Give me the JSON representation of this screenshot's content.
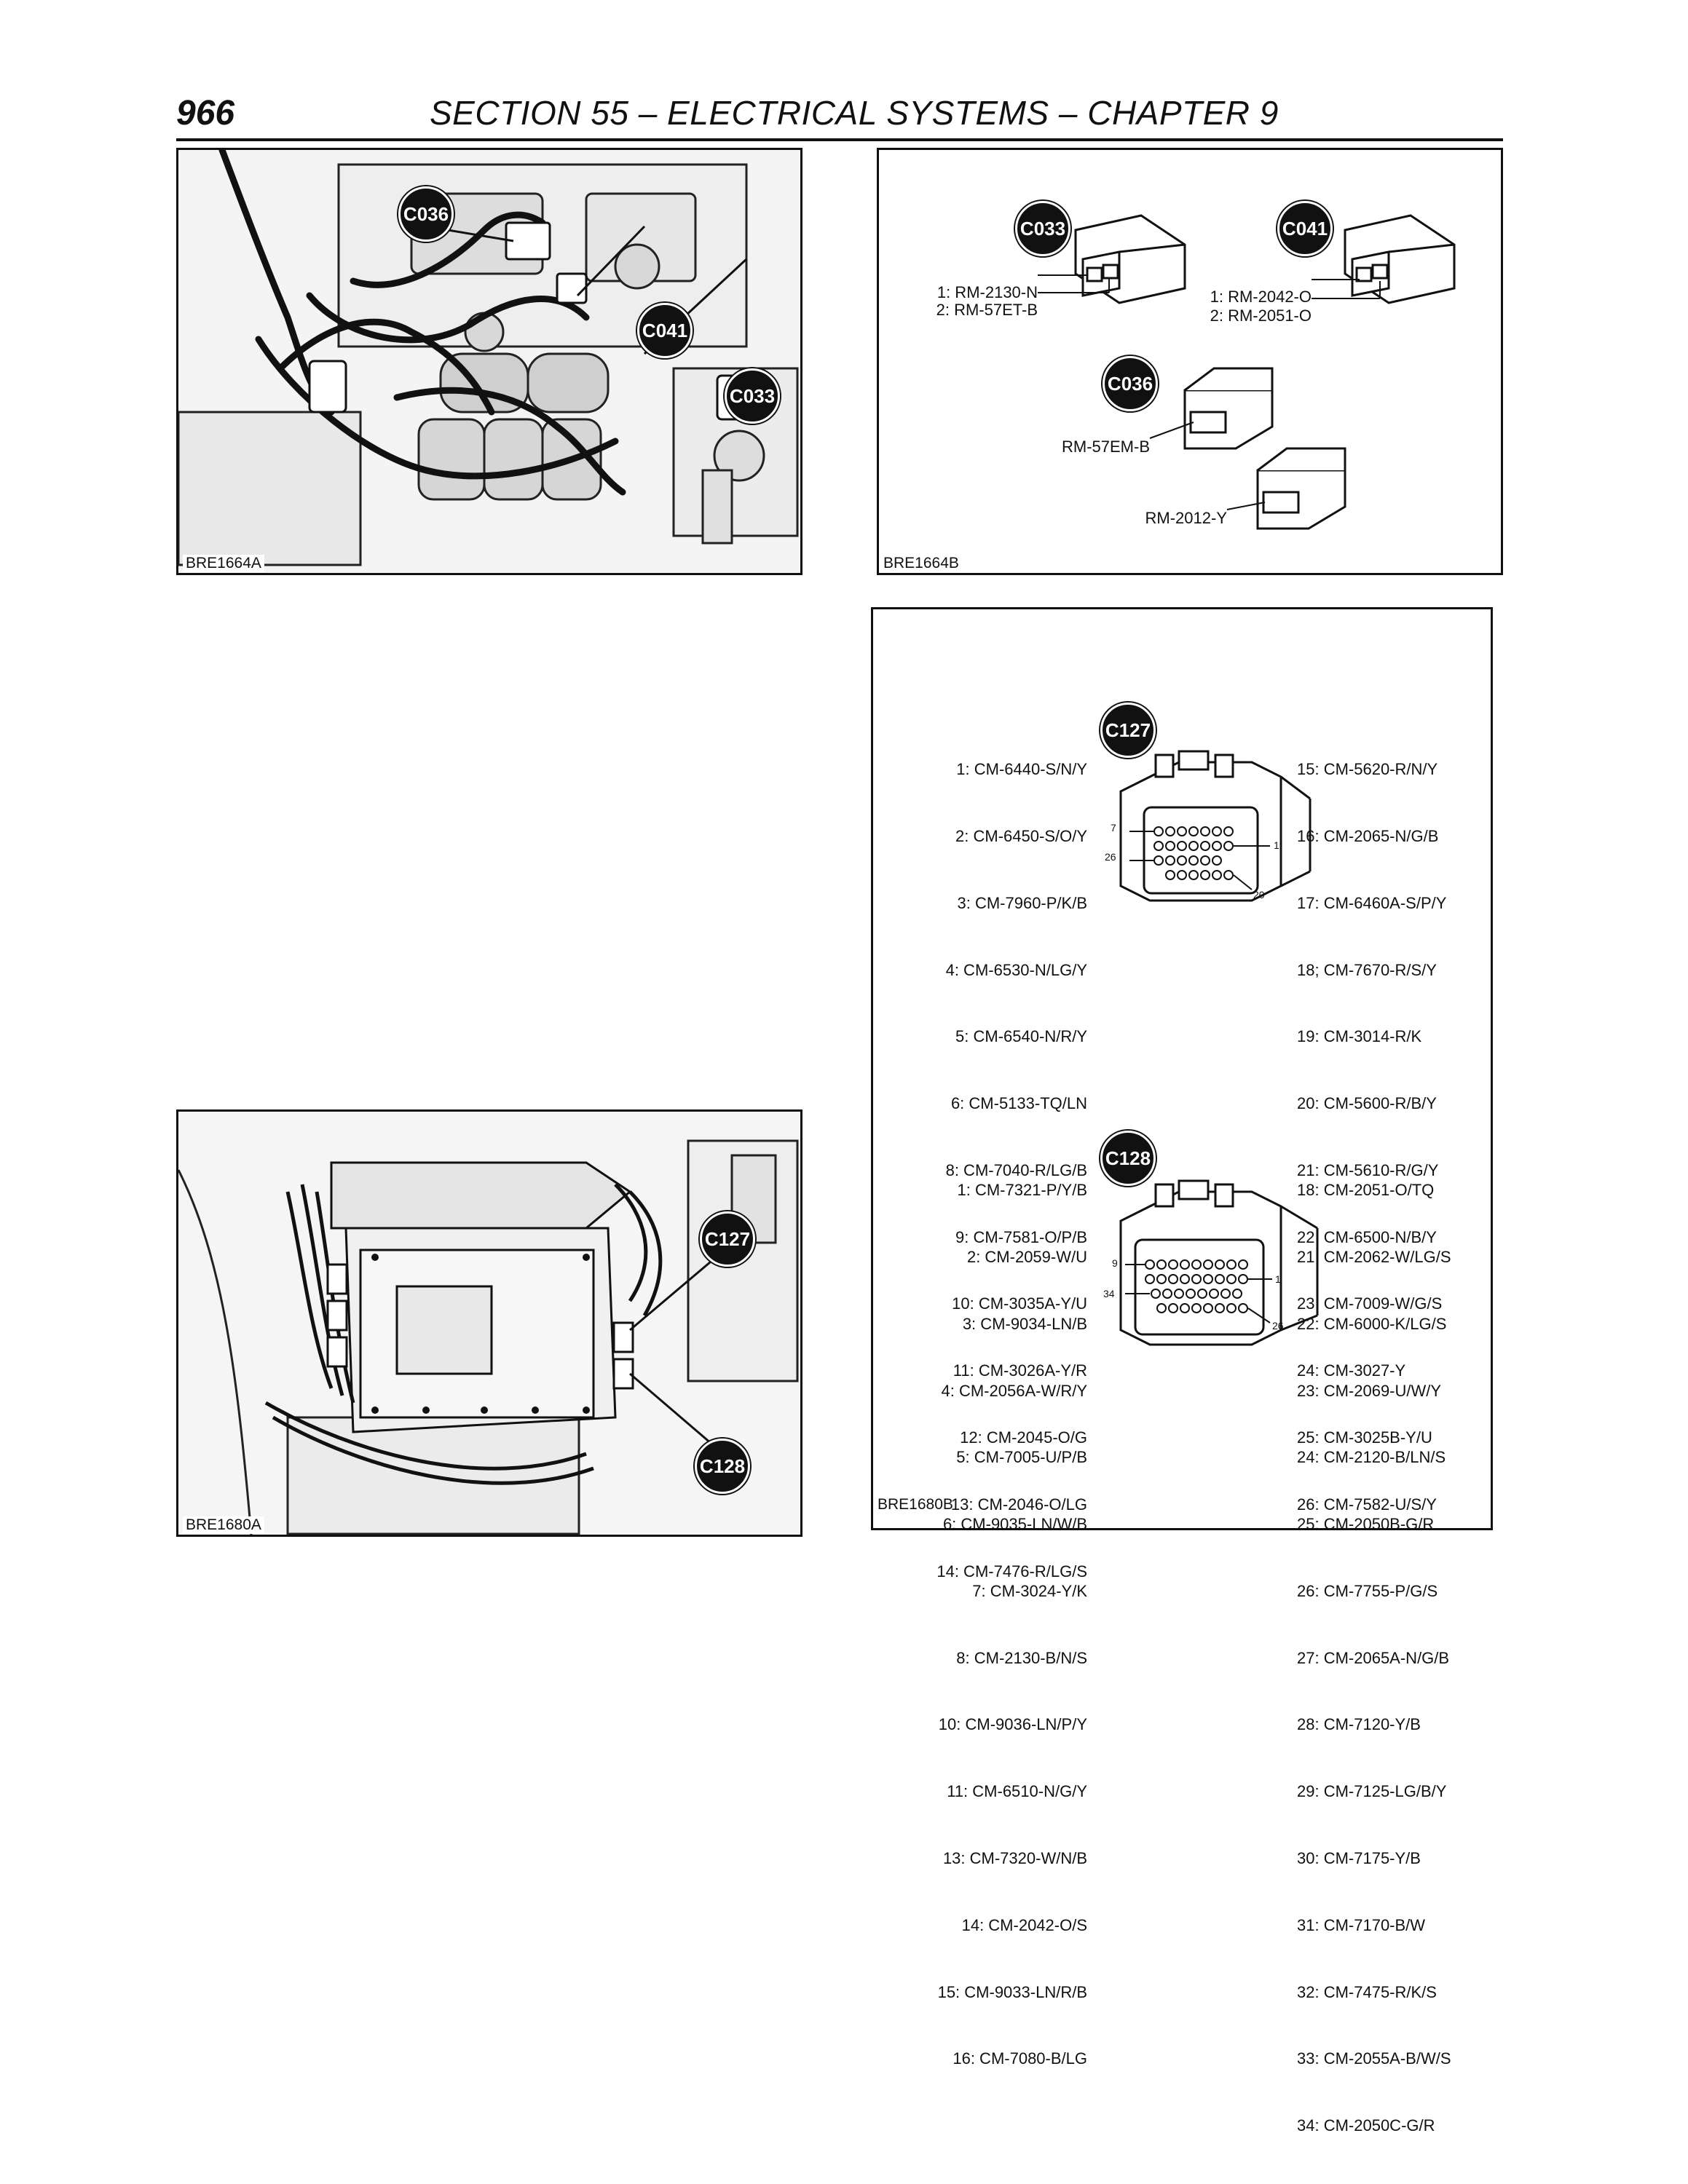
{
  "header": {
    "page_number": "966",
    "title": "SECTION 55 – ELECTRICAL SYSTEMS – CHAPTER 9"
  },
  "fig_1664a": {
    "code": "BRE1664A",
    "callouts": [
      "C036",
      "C041",
      "C033"
    ]
  },
  "fig_1664b": {
    "code": "BRE1664B",
    "c033": {
      "id": "C033",
      "pins": [
        "1: RM-2130-N",
        "2: RM-57ET-B"
      ]
    },
    "c041": {
      "id": "C041",
      "pins": [
        "1: RM-2042-O",
        "2: RM-2051-O"
      ]
    },
    "c036": {
      "id": "C036",
      "wires": [
        "RM-57EM-B",
        "RM-2012-Y"
      ]
    }
  },
  "fig_1680a": {
    "code": "BRE1680A",
    "callouts": [
      "C127",
      "C128"
    ]
  },
  "fig_1680b": {
    "code": "BRE1680B",
    "c127": {
      "id": "C127",
      "pin_labels": [
        "7",
        "26",
        "1",
        "20"
      ],
      "left_pins": [
        "1: CM-6440-S/N/Y",
        "2: CM-6450-S/O/Y",
        "3: CM-7960-P/K/B",
        "4: CM-6530-N/LG/Y",
        "5: CM-6540-N/R/Y",
        "6: CM-5133-TQ/LN",
        "8: CM-7040-R/LG/B",
        "9: CM-7581-O/P/B",
        "10: CM-3035A-Y/U",
        "11: CM-3026A-Y/R",
        "12: CM-2045-O/G",
        "13: CM-2046-O/LG",
        "14: CM-7476-R/LG/S"
      ],
      "right_pins": [
        "15: CM-5620-R/N/Y",
        "16: CM-2065-N/G/B",
        "17: CM-6460A-S/P/Y",
        "18; CM-7670-R/S/Y",
        "19: CM-3014-R/K",
        "20: CM-5600-R/B/Y",
        "21: CM-5610-R/G/Y",
        "22: CM-6500-N/B/Y",
        "23: CM-7009-W/G/S",
        "24: CM-3027-Y",
        "25: CM-3025B-Y/U",
        "26: CM-7582-U/S/Y"
      ]
    },
    "c128": {
      "id": "C128",
      "pin_labels": [
        "9",
        "34",
        "1",
        "26"
      ],
      "left_pins": [
        "1: CM-7321-P/Y/B",
        "2: CM-2059-W/U",
        "3: CM-9034-LN/B",
        "4: CM-2056A-W/R/Y",
        "5: CM-7005-U/P/B",
        "6: CM-9035-LN/W/B",
        "7: CM-3024-Y/K",
        "8: CM-2130-B/N/S",
        "10: CM-9036-LN/P/Y",
        "11: CM-6510-N/G/Y",
        "13: CM-7320-W/N/B",
        "14: CM-2042-O/S",
        "15: CM-9033-LN/R/B",
        "16: CM-7080-B/LG"
      ],
      "right_pins": [
        "18: CM-2051-O/TQ",
        "21: CM-2062-W/LG/S",
        "22: CM-6000-K/LG/S",
        "23: CM-2069-U/W/Y",
        "24: CM-2120-B/LN/S",
        "25: CM-2050B-G/R",
        "26: CM-7755-P/G/S",
        "27: CM-2065A-N/G/B",
        "28: CM-7120-Y/B",
        "29: CM-7125-LG/B/Y",
        "30: CM-7175-Y/B",
        "31: CM-7170-B/W",
        "32: CM-7475-R/K/S",
        "33: CM-2055A-B/W/S",
        "34: CM-2050C-G/R"
      ]
    }
  }
}
